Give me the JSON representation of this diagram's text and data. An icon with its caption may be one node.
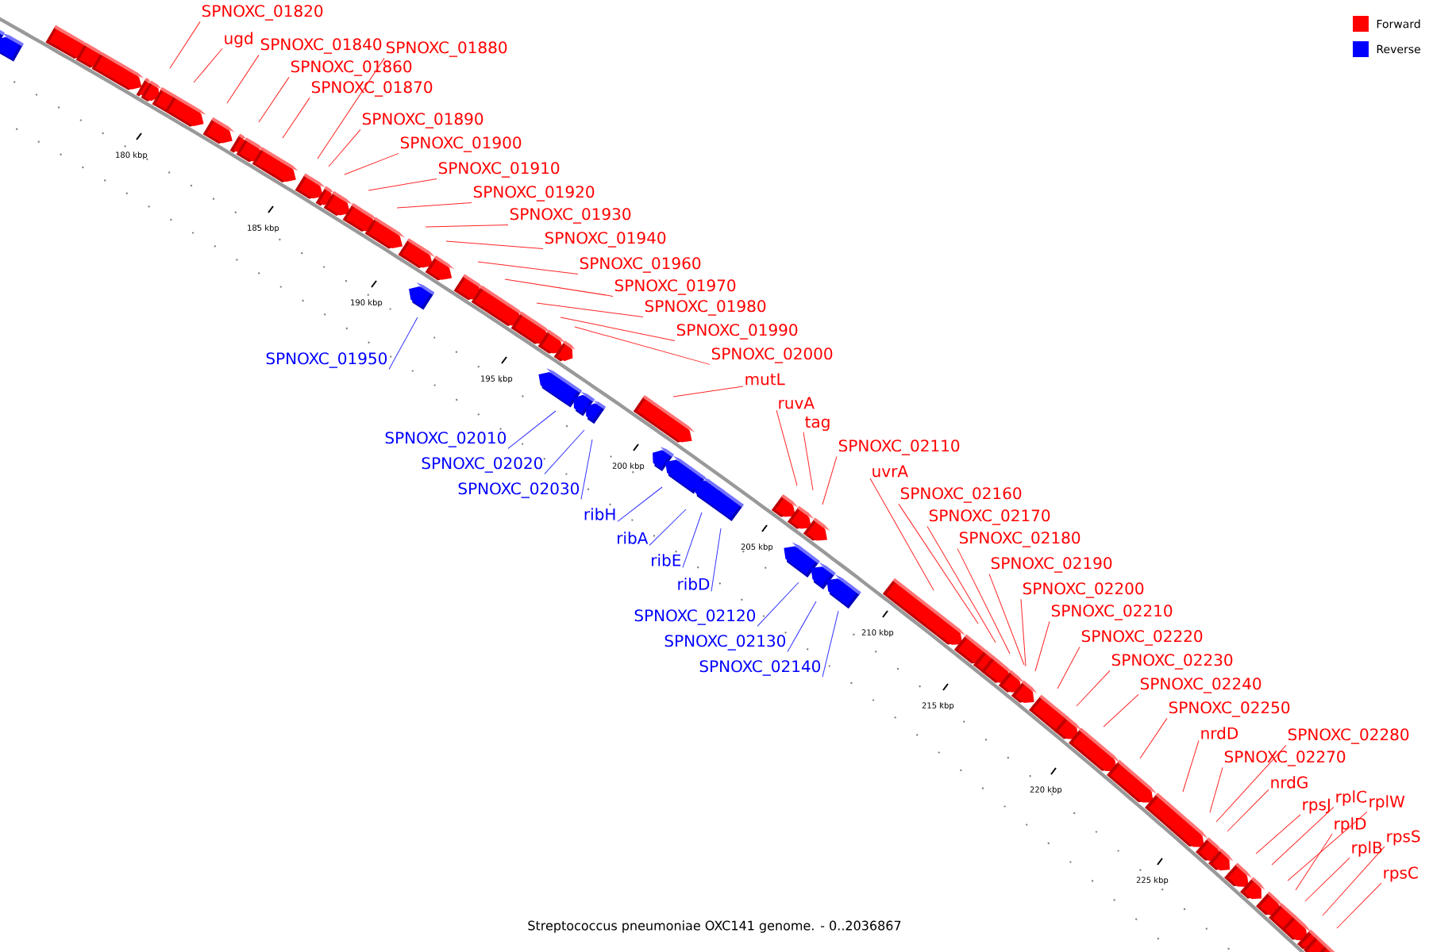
{
  "diagram": {
    "caption": "Streptococcus pneumoniae OXC141 genome. - 0..2036867",
    "nodes": [
      {
        "text": [
          "SPNOXC_01820"
        ]
      },
      {
        "text": [
          "ugd"
        ]
      },
      {
        "text": [
          "SPNOXC_01840"
        ]
      },
      {
        "text": [
          "SPNOXC_01880"
        ]
      },
      {
        "text": [
          "SPNOXC_01860"
        ]
      },
      {
        "text": [
          "SPNOXC_01870"
        ]
      },
      {
        "text": [
          "SPNOXC_01890"
        ]
      },
      {
        "text": [
          "SPNOXC_01900"
        ]
      },
      {
        "text": [
          "SPNOXC_01910"
        ]
      },
      {
        "text": [
          "SPNOXC_01920"
        ]
      },
      {
        "text": [
          "SPNOXC_01930"
        ]
      },
      {
        "text": [
          "SPNOXC_01940"
        ]
      },
      {
        "text": [
          "SPNOXC_01960"
        ]
      },
      {
        "text": [
          "SPNOXC_01970"
        ]
      },
      {
        "text": [
          "SPNOXC_01980"
        ]
      },
      {
        "text": [
          "SPNOXC_01990"
        ]
      },
      {
        "text": [
          "SPNOXC_02000"
        ]
      },
      {
        "text": [
          "mutL"
        ]
      },
      {
        "text": [
          "ruvA"
        ]
      },
      {
        "text": [
          "tag"
        ]
      },
      {
        "text": [
          "SPNOXC_02110"
        ]
      },
      {
        "text": [
          "uvrA"
        ]
      },
      {
        "text": [
          "SPNOXC_02160"
        ]
      },
      {
        "text": [
          "SPNOXC_02170"
        ]
      },
      {
        "text": [
          "SPNOXC_02180"
        ]
      },
      {
        "text": [
          "SPNOXC_02190"
        ]
      },
      {
        "text": [
          "SPNOXC_02200"
        ]
      },
      {
        "text": [
          "SPNOXC_02210"
        ]
      },
      {
        "text": [
          "SPNOXC_02220"
        ]
      },
      {
        "text": [
          "SPNOXC_02230"
        ]
      },
      {
        "text": [
          "SPNOXC_02240"
        ]
      },
      {
        "text": [
          "SPNOXC_02250"
        ]
      },
      {
        "text": [
          "nrdD"
        ]
      },
      {
        "text": [
          "SPNOXC_02280"
        ]
      },
      {
        "text": [
          "SPNOXC_02270"
        ]
      },
      {
        "text": [
          "nrdG"
        ]
      },
      {
        "text": [
          "rpsJ"
        ]
      },
      {
        "text": [
          "rplC"
        ]
      },
      {
        "text": [
          "rplW"
        ]
      },
      {
        "text": [
          "rplD"
        ]
      },
      {
        "text": [
          "rpsS"
        ]
      },
      {
        "text": [
          "rplB"
        ]
      },
      {
        "text": [
          "rpsC"
        ]
      },
      {
        "text": [
          "SPNOXC_01950"
        ]
      },
      {
        "text": [
          "SPNOXC_02010"
        ]
      },
      {
        "text": [
          "SPNOXC_02020"
        ]
      },
      {
        "text": [
          "SPNOXC_02030"
        ]
      },
      {
        "text": [
          "ribH"
        ]
      },
      {
        "text": [
          "ribA"
        ]
      },
      {
        "text": [
          "ribE"
        ]
      },
      {
        "text": [
          "ribD"
        ]
      },
      {
        "text": [
          "SPNOXC_02120"
        ]
      },
      {
        "text": [
          "SPNOXC_02130"
        ]
      },
      {
        "text": [
          "SPNOXC_02140"
        ]
      }
    ],
    "edges": [
      {
        "from": 0,
        "to": null,
        "arrow": "none"
      },
      {
        "from": 1,
        "to": null,
        "arrow": "none"
      },
      {
        "from": 2,
        "to": null,
        "arrow": "none"
      },
      {
        "from": 3,
        "to": null,
        "arrow": "none"
      },
      {
        "from": 4,
        "to": null,
        "arrow": "none"
      },
      {
        "from": 5,
        "to": null,
        "arrow": "none"
      },
      {
        "from": 6,
        "to": null,
        "arrow": "none"
      },
      {
        "from": 7,
        "to": null,
        "arrow": "none"
      },
      {
        "from": 8,
        "to": null,
        "arrow": "none"
      },
      {
        "from": 9,
        "to": null,
        "arrow": "none"
      },
      {
        "from": 10,
        "to": null,
        "arrow": "none"
      },
      {
        "from": 11,
        "to": null,
        "arrow": "none"
      },
      {
        "from": 12,
        "to": null,
        "arrow": "none"
      },
      {
        "from": 13,
        "to": null,
        "arrow": "none"
      },
      {
        "from": 14,
        "to": null,
        "arrow": "none"
      },
      {
        "from": 15,
        "to": null,
        "arrow": "none"
      },
      {
        "from": 16,
        "to": null,
        "arrow": "none"
      },
      {
        "from": 17,
        "to": null,
        "arrow": "none"
      },
      {
        "from": 18,
        "to": null,
        "arrow": "none"
      },
      {
        "from": 19,
        "to": null,
        "arrow": "none"
      },
      {
        "from": 20,
        "to": null,
        "arrow": "none"
      },
      {
        "from": 21,
        "to": null,
        "arrow": "none"
      },
      {
        "from": 22,
        "to": null,
        "arrow": "none"
      },
      {
        "from": 23,
        "to": null,
        "arrow": "none"
      },
      {
        "from": 24,
        "to": null,
        "arrow": "none"
      },
      {
        "from": 25,
        "to": null,
        "arrow": "none"
      },
      {
        "from": 26,
        "to": null,
        "arrow": "none"
      },
      {
        "from": 27,
        "to": null,
        "arrow": "none"
      },
      {
        "from": 28,
        "to": null,
        "arrow": "none"
      },
      {
        "from": 29,
        "to": null,
        "arrow": "none"
      },
      {
        "from": 30,
        "to": null,
        "arrow": "none"
      },
      {
        "from": 31,
        "to": null,
        "arrow": "none"
      },
      {
        "from": 32,
        "to": null,
        "arrow": "none"
      },
      {
        "from": 33,
        "to": null,
        "arrow": "none"
      },
      {
        "from": 34,
        "to": null,
        "arrow": "none"
      },
      {
        "from": 35,
        "to": null,
        "arrow": "none"
      },
      {
        "from": 36,
        "to": null,
        "arrow": "none"
      },
      {
        "from": 37,
        "to": null,
        "arrow": "none"
      },
      {
        "from": 38,
        "to": null,
        "arrow": "none"
      },
      {
        "from": 39,
        "to": null,
        "arrow": "none"
      },
      {
        "from": 40,
        "to": null,
        "arrow": "none"
      },
      {
        "from": 41,
        "to": null,
        "arrow": "none"
      },
      {
        "from": 42,
        "to": null,
        "arrow": "none"
      },
      {
        "from": 43,
        "to": null,
        "arrow": "none",
        "color": "#3333ff"
      },
      {
        "from": 44,
        "to": null,
        "arrow": "none",
        "color": "#3333ff"
      },
      {
        "from": 45,
        "to": null,
        "arrow": "none",
        "color": "#3333ff"
      },
      {
        "from": 46,
        "to": null,
        "arrow": "none",
        "color": "#3333ff"
      },
      {
        "from": 47,
        "to": null,
        "arrow": "none",
        "color": "#3333ff"
      },
      {
        "from": 48,
        "to": null,
        "arrow": "none",
        "color": "#3333ff"
      },
      {
        "from": 49,
        "to": null,
        "arrow": "none",
        "color": "#3333ff"
      },
      {
        "from": 50,
        "to": null,
        "arrow": "none",
        "color": "#3333ff"
      },
      {
        "from": 51,
        "to": null,
        "arrow": "none",
        "color": "#3333ff"
      },
      {
        "from": 52,
        "to": null,
        "arrow": "none",
        "color": "#3333ff"
      },
      {
        "from": 53,
        "to": null,
        "arrow": "none",
        "color": "#3333ff"
      }
    ],
    "labels": [
      "180 kbp",
      "185 kbp",
      "190 kbp",
      "195 kbp",
      "200 kbp",
      "205 kbp",
      "210 kbp",
      "215 kbp",
      "220 kbp",
      "225 kbp"
    ],
    "legend": [
      {
        "text": "Forward",
        "color": "#ff0000"
      },
      {
        "text": "Reverse",
        "color": "#0000ff"
      }
    ]
  }
}
